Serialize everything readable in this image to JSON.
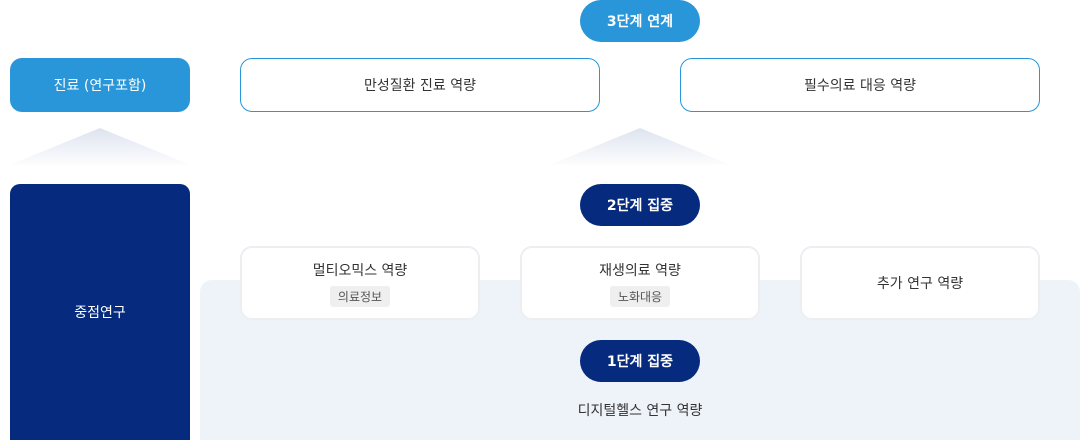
{
  "stage3": {
    "label": "3단계  연계"
  },
  "stage2": {
    "label": "2단계  집중"
  },
  "stage1": {
    "label": "1단계  집중"
  },
  "left": {
    "top_box": "진료 (연구포함)",
    "bottom_box": "중점연구"
  },
  "tier3": {
    "items": [
      "만성질환 진료 역량",
      "필수의료 대응 역량"
    ]
  },
  "tier2": {
    "items": [
      {
        "title": "멀티오믹스 역량",
        "tag": "의료정보"
      },
      {
        "title": "재생의료 역량",
        "tag": "노화대응"
      },
      {
        "title": "추가 연구 역량"
      }
    ]
  },
  "tier1": {
    "caption": "디지털헬스 연구 역량"
  },
  "colors": {
    "light_blue": "#2896d8",
    "navy": "#062a7e",
    "panel": "#eef2f9"
  }
}
